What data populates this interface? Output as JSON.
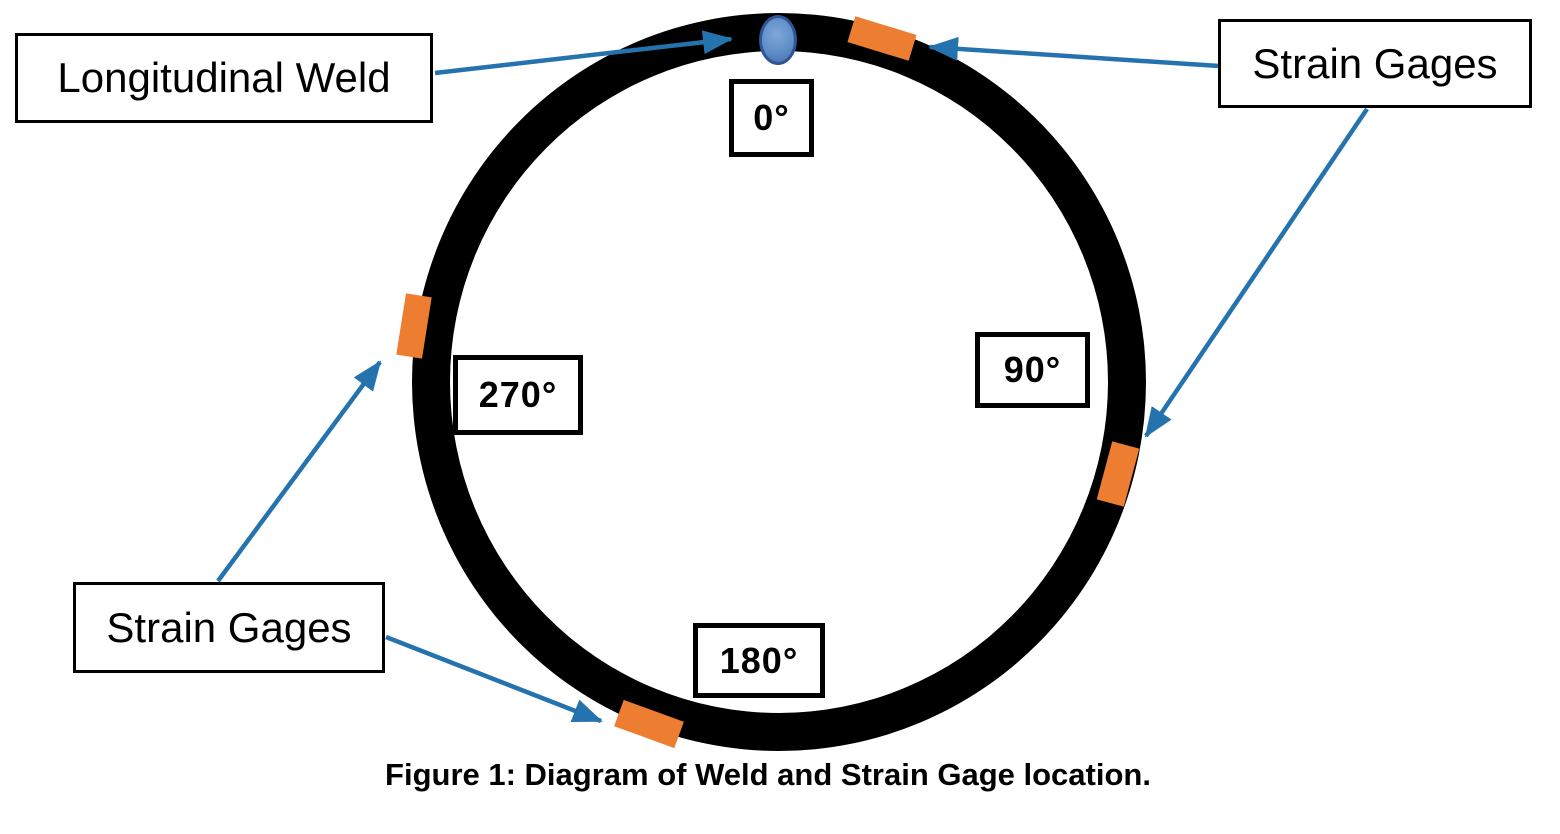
{
  "colors": {
    "ring_black": "#000000",
    "strain_gage_orange": "#ED7D31",
    "arrow_blue": "#2573AE",
    "weld_fill": "#5B8AC5",
    "weld_border": "#2F5597",
    "box_background": "#FFFFFF",
    "box_border": "#000000"
  },
  "callouts": {
    "longitudinal_weld": {
      "label": "Longitudinal Weld"
    },
    "strain_gages_top": {
      "label": "Strain Gages"
    },
    "strain_gages_bottom": {
      "label": "Strain Gages"
    }
  },
  "angle_labels": {
    "top": "0°",
    "right": "90°",
    "bottom": "180°",
    "left": "270°"
  },
  "markers": {
    "weld": "longitudinal-weld-oval",
    "strain_gages": [
      "top-right-of-circle",
      "right-of-circle",
      "left-of-circle",
      "bottom-left-of-circle"
    ]
  },
  "caption": "Figure 1: Diagram of Weld and Strain Gage location."
}
